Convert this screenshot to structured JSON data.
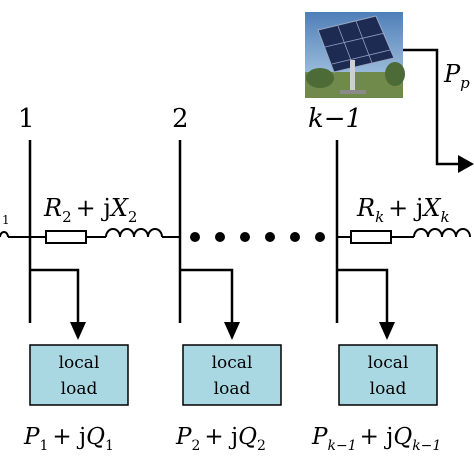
{
  "buses": {
    "b1": "1",
    "b2": "2",
    "bk1": "k−1"
  },
  "branches": {
    "left_partial_sub": "1",
    "r2": {
      "R": "R",
      "R_sub": "2",
      "plus": "+ j",
      "X": "X",
      "X_sub": "2"
    },
    "rk": {
      "R": "R",
      "R_sub": "k",
      "plus": "+ j",
      "X": "X",
      "X_sub": "k"
    }
  },
  "loads": [
    {
      "box_line1": "local",
      "box_line2": "load",
      "P": "P",
      "P_sub": "1",
      "plus": "+ j",
      "Q": "Q",
      "Q_sub": "1"
    },
    {
      "box_line1": "local",
      "box_line2": "load",
      "P": "P",
      "P_sub": "2",
      "plus": "+ j",
      "Q": "Q",
      "Q_sub": "2"
    },
    {
      "box_line1": "local",
      "box_line2": "load",
      "P": "P",
      "P_sub": "k−1",
      "plus": "+ j",
      "Q": "Q",
      "Q_sub": "k−1"
    }
  ],
  "pv": {
    "P": "P",
    "P_sub": "p"
  },
  "colors": {
    "load_box_fill": "#a9d8e3",
    "line": "#000000"
  }
}
